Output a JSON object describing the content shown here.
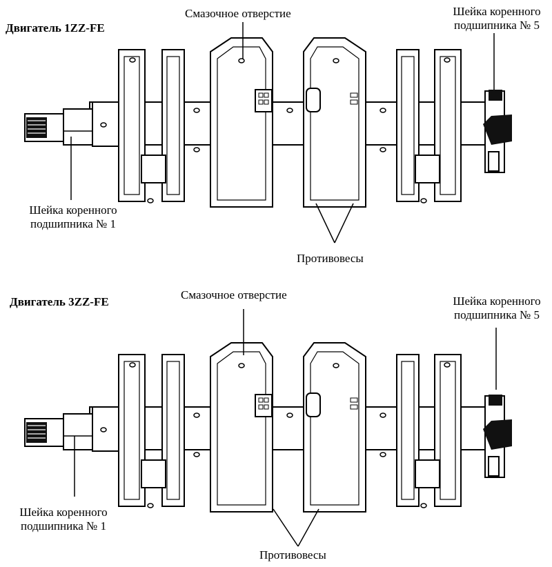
{
  "top": {
    "engine_title": "Двигатель 1ZZ-FE",
    "oil_hole_label": "Смазочное отверстие",
    "journal5_line1": "Шейка коренного",
    "journal5_line2": "подшипника № 5",
    "journal1_line1": "Шейка коренного",
    "journal1_line2": "подшипника № 1",
    "counterweights_label": "Противовесы"
  },
  "bottom": {
    "engine_title": "Двигатель 3ZZ-FE",
    "oil_hole_label": "Смазочное отверстие",
    "journal5_line1": "Шейка коренного",
    "journal5_line2": "подшипника № 5",
    "journal1_line1": "Шейка коренного",
    "journal1_line2": "подшипника № 1",
    "counterweights_label": "Противовесы"
  }
}
